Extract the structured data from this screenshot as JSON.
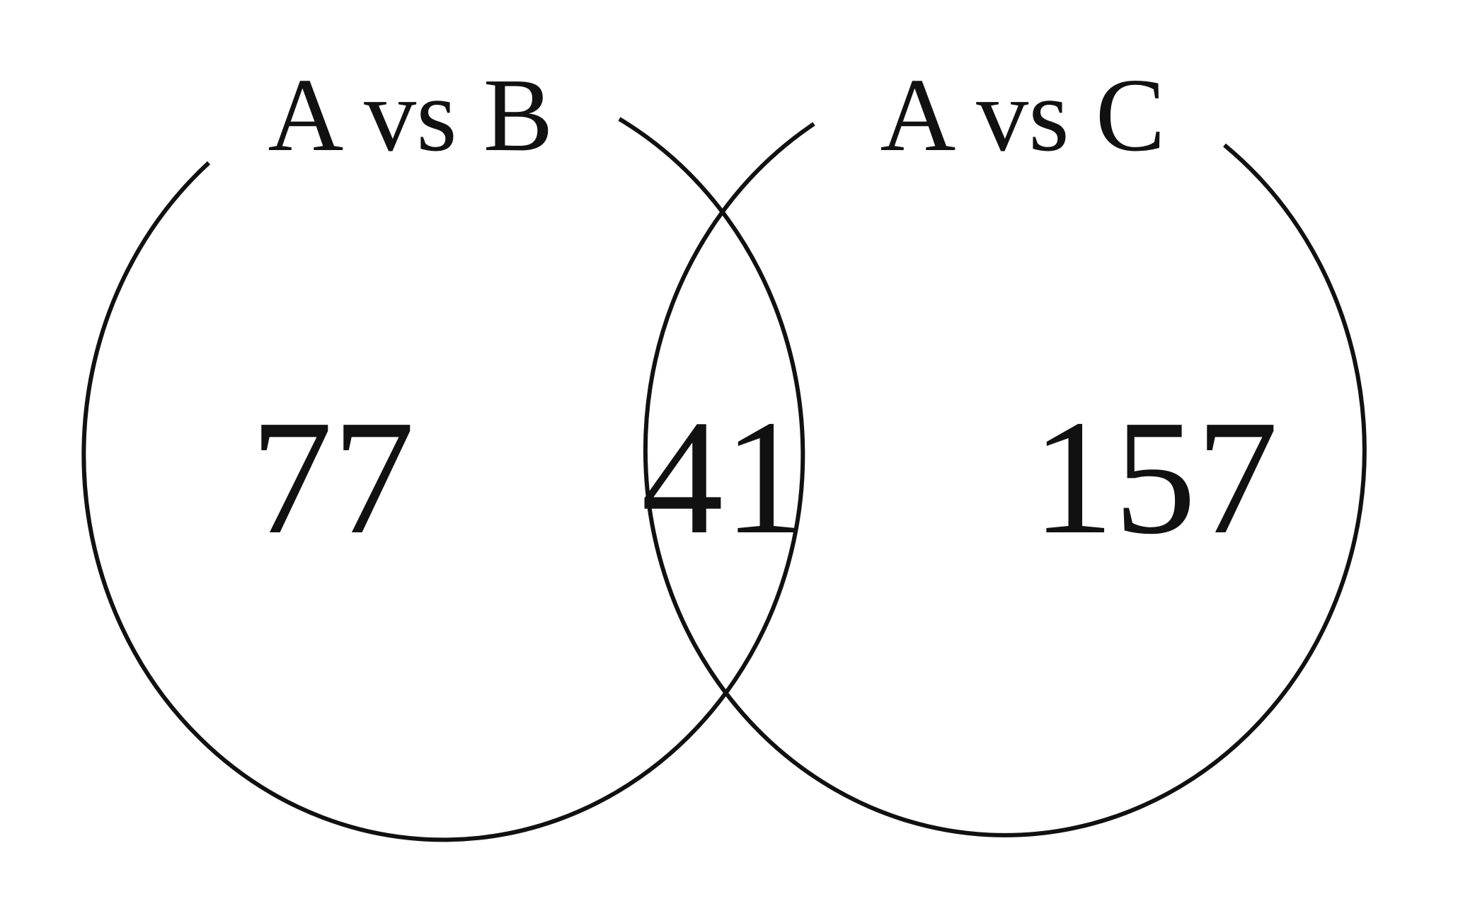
{
  "venn": {
    "sets": [
      {
        "label": "A vs B"
      },
      {
        "label": "A vs C"
      }
    ],
    "counts": {
      "a_only": "77",
      "intersection": "41",
      "c_only": "157"
    },
    "colors": {
      "stroke": "#111111",
      "text": "#111111",
      "background": "#ffffff"
    }
  }
}
